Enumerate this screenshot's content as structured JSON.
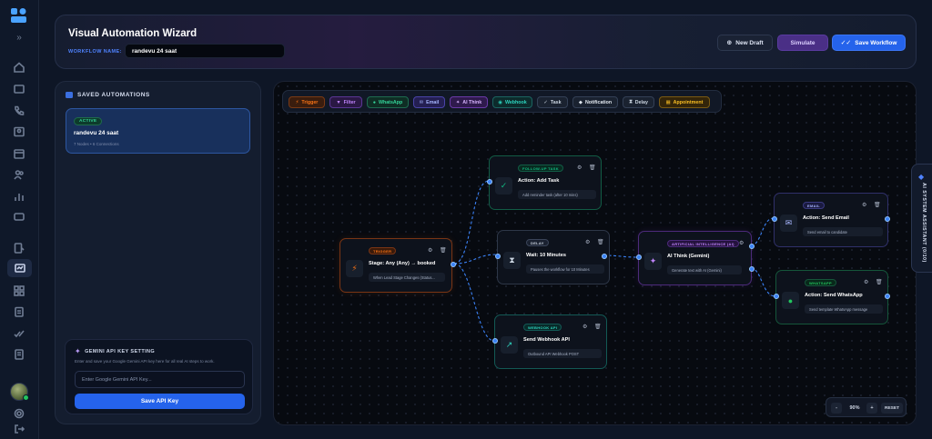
{
  "header": {
    "title": "Visual Automation Wizard",
    "workflow_name_label": "WORKFLOW NAME:",
    "workflow_name_value": "randevu 24 saat",
    "new_draft": "New Draft",
    "simulate": "Simulate",
    "save_workflow": "Save Workflow"
  },
  "saved": {
    "heading": "SAVED AUTOMATIONS",
    "items": [
      {
        "status": "ACTIVE",
        "name": "randevu 24 saat",
        "meta": "7 Nodes • 6 Connections"
      }
    ]
  },
  "gemini": {
    "title": "GEMINI API KEY SETTING",
    "description": "Enter and save your Google Gemini API key here for all real AI steps to work.",
    "placeholder": "Enter Google Gemini API Key...",
    "save_label": "Save API Key"
  },
  "palette": [
    {
      "label": "Trigger",
      "glyph": "⚡",
      "color": "#f97316",
      "bg": "#3a1d0e",
      "border": "#7a3a14"
    },
    {
      "label": "Filter",
      "glyph": "▼",
      "color": "#c084fc",
      "bg": "#2a1844",
      "border": "#5b3694"
    },
    {
      "label": "WhatsApp",
      "glyph": "●",
      "color": "#34d399",
      "bg": "#0f2e25",
      "border": "#1e6b50"
    },
    {
      "label": "Email",
      "glyph": "✉",
      "color": "#a5b4fc",
      "bg": "#241f52",
      "border": "#4a44a8"
    },
    {
      "label": "AI Think",
      "glyph": "✦",
      "color": "#d8b4fe",
      "bg": "#2f1a4d",
      "border": "#6a3aa8"
    },
    {
      "label": "Webhook",
      "glyph": "◉",
      "color": "#2dd4bf",
      "bg": "#0d2b2c",
      "border": "#1b6461"
    },
    {
      "label": "Task",
      "glyph": "✓",
      "color": "#cbd5e1",
      "bg": "#1a2230",
      "border": "#344056"
    },
    {
      "label": "Notification",
      "glyph": "◆",
      "color": "#e2e8f0",
      "bg": "#1a2230",
      "border": "#344056"
    },
    {
      "label": "Delay",
      "glyph": "⧗",
      "color": "#cbd5e1",
      "bg": "#1a2230",
      "border": "#344056"
    },
    {
      "label": "Appointment",
      "glyph": "▦",
      "color": "#fbbf24",
      "bg": "#33250a",
      "border": "#7a5a12"
    }
  ],
  "nodes": {
    "trigger": {
      "tag": "TRIGGER",
      "title": "Stage: Any (Any) → booked",
      "desc": "When Lead Stage Changes (Status...",
      "icon": "⚡",
      "accent": "#f97316"
    },
    "task": {
      "tag": "FOLLOW-UP TASK",
      "title": "Action: Add Task",
      "desc": "Add reminder task (after 10 mins)",
      "icon": "✓",
      "accent": "#10b981"
    },
    "delay": {
      "tag": "DELAY",
      "title": "Wait: 10 Minutes",
      "desc": "Pauses the workflow for 10 Minutes",
      "icon": "⧗",
      "accent": "#94a3b8"
    },
    "webhook": {
      "tag": "WEBHOOK API",
      "title": "Send Webhook API",
      "desc": "Outbound API Webhook POST",
      "icon": "↗",
      "accent": "#14b8a6"
    },
    "ai": {
      "tag": "ARTIFICIAL INTELLIGENCE (AI)",
      "title": "AI Think (Gemini)",
      "desc": "Generate text with AI (Gemini)",
      "icon": "✦",
      "accent": "#a855f7"
    },
    "email": {
      "tag": "EMAIL",
      "title": "Action: Send Email",
      "desc": "Send email to candidate",
      "icon": "✉",
      "accent": "#6366f1"
    },
    "whatsapp": {
      "tag": "WHATSAPP",
      "title": "Action: Send WhatsApp",
      "desc": "Send template WhatsApp message",
      "icon": "●",
      "accent": "#22c55e"
    }
  },
  "zoom": {
    "minus": "-",
    "level": "90%",
    "plus": "+",
    "reset": "RESET"
  },
  "assistant": {
    "label": "AI SYSTEM ASSISTANT (0/10)"
  }
}
